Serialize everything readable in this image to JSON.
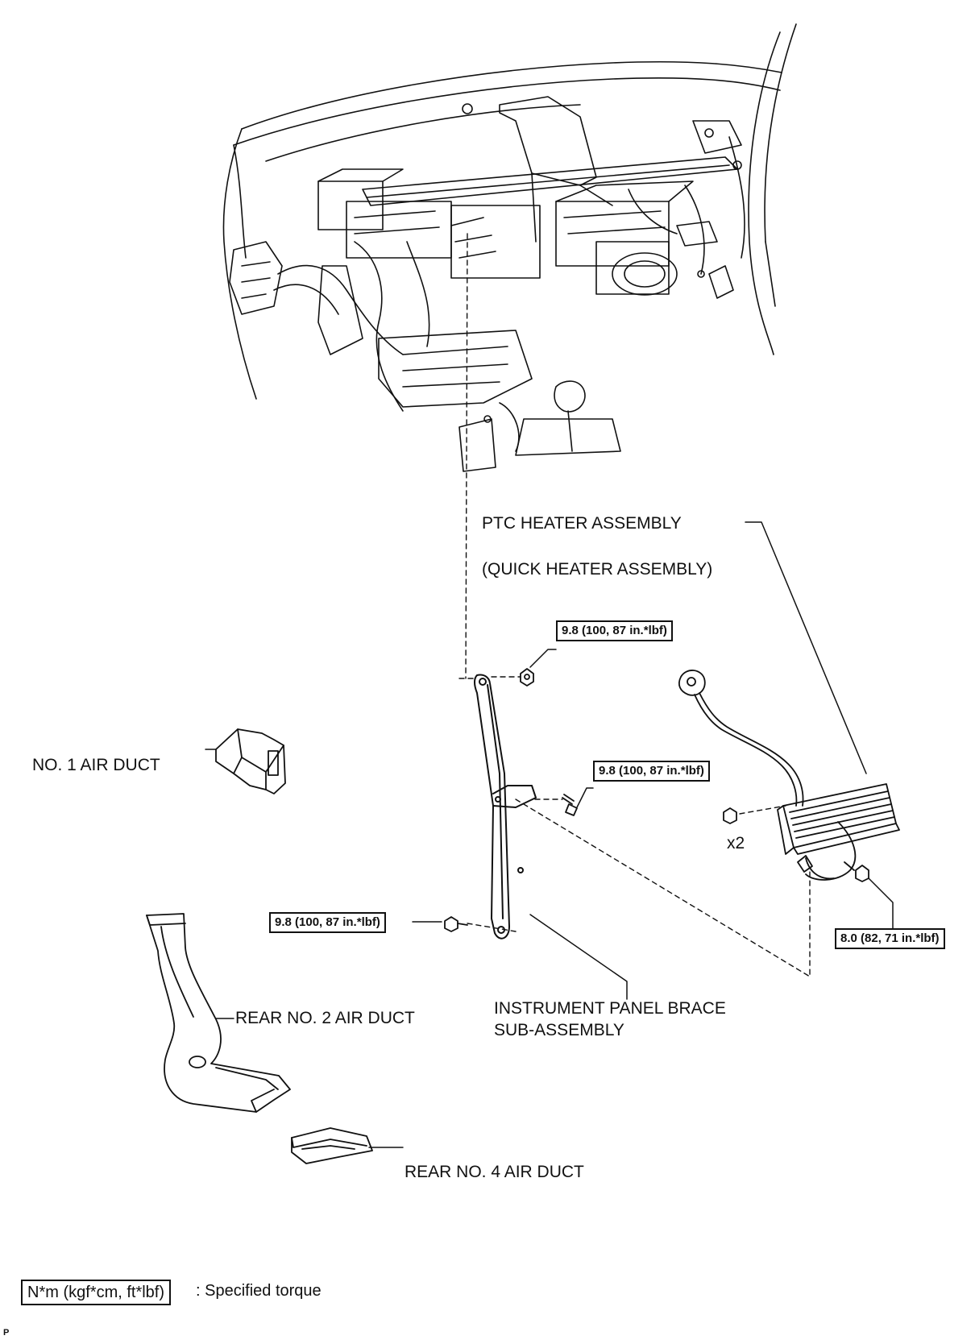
{
  "labels": {
    "ptc_heater": "PTC HEATER ASSEMBLY",
    "quick_heater": "(QUICK HEATER ASSEMBLY)",
    "no1_air_duct": "NO. 1 AIR DUCT",
    "rear_no2_air_duct": "REAR NO. 2 AIR DUCT",
    "rear_no4_air_duct": "REAR NO. 4 AIR DUCT",
    "brace_line1": "INSTRUMENT PANEL BRACE",
    "brace_line2": "SUB-ASSEMBLY",
    "x2": "x2"
  },
  "torques": {
    "top_nut": "9.8 (100, 87 in.*lbf)",
    "mid_bolt": "9.8 (100, 87 in.*lbf)",
    "lower_bolt": "9.8 (100, 87 in.*lbf)",
    "heater_bolt": "8.0 (82, 71 in.*lbf)"
  },
  "legend": {
    "unit": "N*m (kgf*cm, ft*lbf)",
    "description": ": Specified torque"
  },
  "corner_mark": "P"
}
